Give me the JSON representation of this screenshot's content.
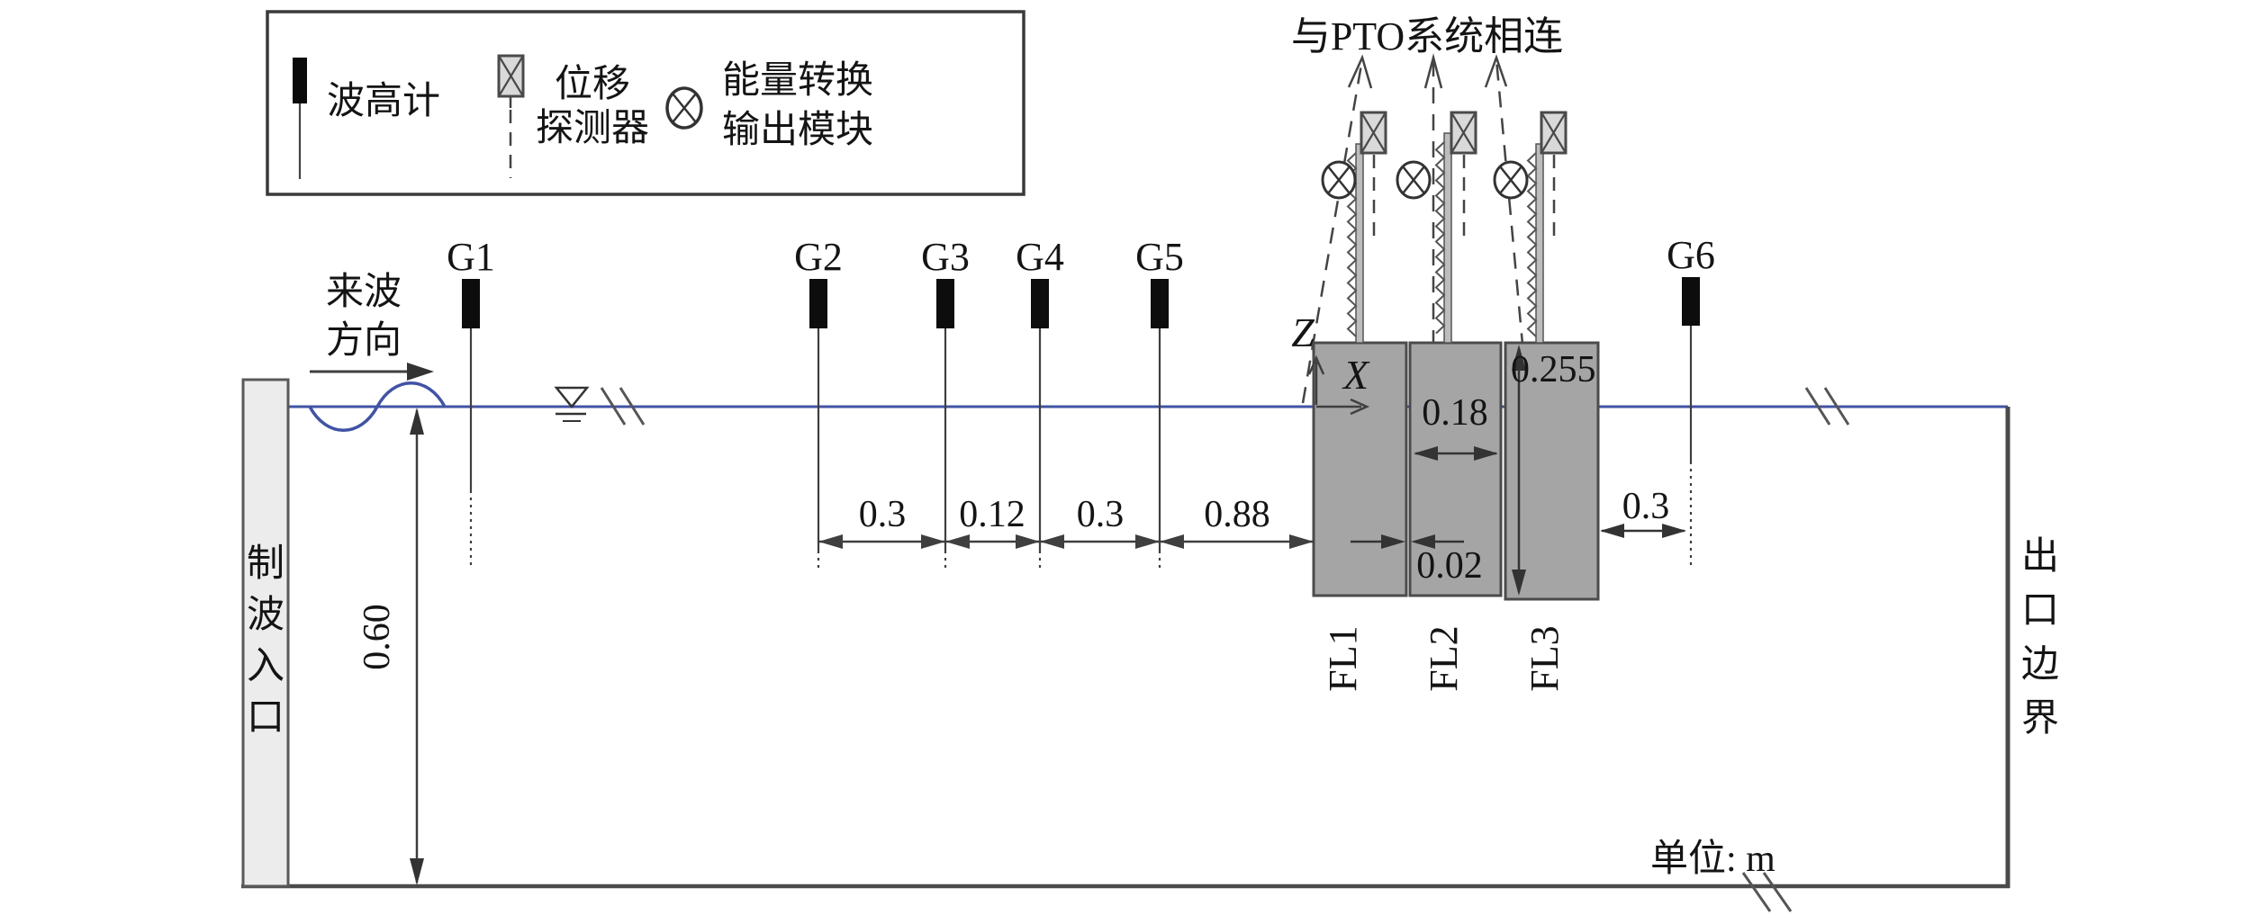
{
  "legend": {
    "wave_gauge_label": "波高计",
    "displacement_line1": "位移",
    "displacement_line2": "探测器",
    "energy_line1": "能量转换",
    "energy_line2": "输出模块"
  },
  "pto_label": "与PTO系统相连",
  "incoming_wave": {
    "line1": "来波",
    "line2": "方向"
  },
  "wave_inlet_chars": [
    "制",
    "波",
    "入",
    "口"
  ],
  "outlet_boundary_chars": [
    "出",
    "口",
    "边",
    "界"
  ],
  "unit_label": "单位: m",
  "gauges": {
    "g1": "G1",
    "g2": "G2",
    "g3": "G3",
    "g4": "G4",
    "g5": "G5",
    "g6": "G6"
  },
  "floats": {
    "fl1": "FL1",
    "fl2": "FL2",
    "fl3": "FL3"
  },
  "axes": {
    "x": "X",
    "z": "Z"
  },
  "dimensions": {
    "g2_g3": "0.3",
    "g3_g4": "0.12",
    "g4_g5": "0.3",
    "g5_fl1": "0.88",
    "float_width": "0.18",
    "float_gap": "0.02",
    "float_height": "0.255",
    "fl3_g6": "0.3",
    "water_depth": "0.60"
  },
  "colors": {
    "waterline": "#4053a4",
    "float_fill": "#a5a5a5",
    "line": "#3f3f3f",
    "paddle_fill": "#ececec"
  }
}
